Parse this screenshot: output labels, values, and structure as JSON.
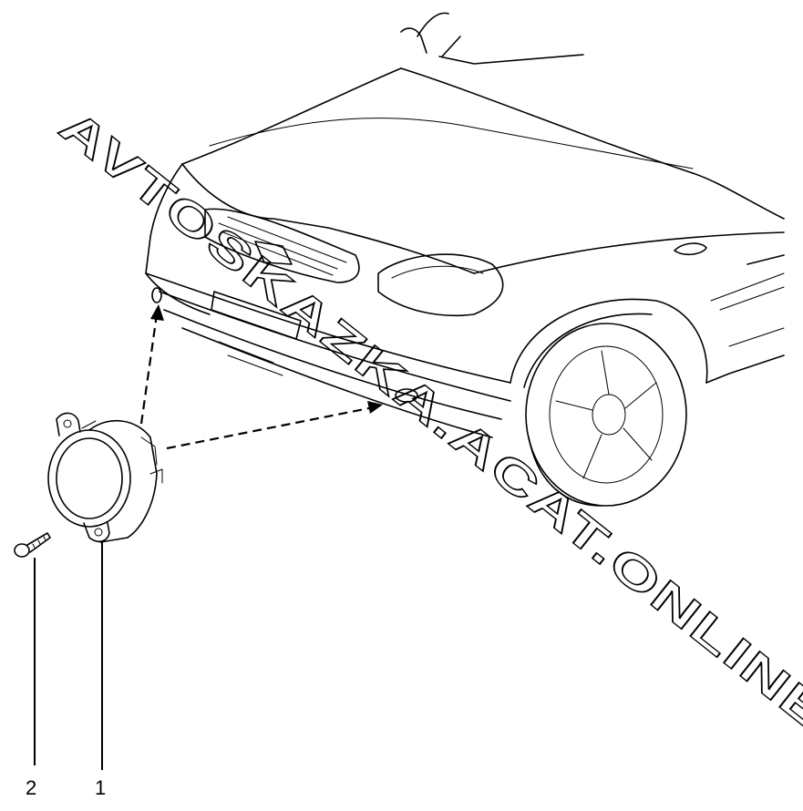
{
  "callouts": [
    {
      "id": "screw",
      "label": "2"
    },
    {
      "id": "fog-lamp",
      "label": "1"
    }
  ],
  "watermark": "AVTOSKAZKA.ACAT.ONLINE"
}
